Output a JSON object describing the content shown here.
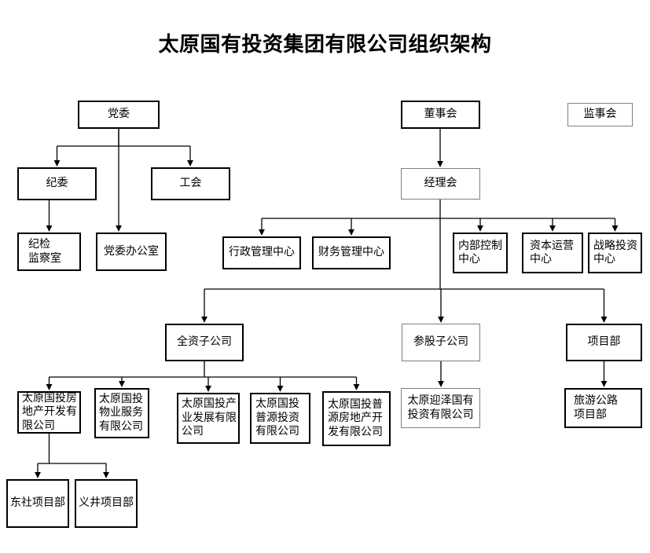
{
  "title": "太原国有投资集团有限公司组织架构",
  "accent_colors": {
    "box_border_strong": "#000000",
    "box_border_light": "#7f7f7f",
    "line": "#000000"
  },
  "nodes": {
    "party_committee": {
      "label": "党委"
    },
    "board_of_directors": {
      "label": "董事会"
    },
    "supervisory_board": {
      "label": "监事会"
    },
    "discipline_committee": {
      "label": "纪委"
    },
    "labor_union": {
      "label": "工会"
    },
    "managers_meeting": {
      "label": "经理会"
    },
    "discipline_inspection_office": {
      "label": "纪检\n监察室"
    },
    "party_committee_office": {
      "label": "党委办公室"
    },
    "admin_management_center": {
      "label": "行政管理中心"
    },
    "finance_management_center": {
      "label": "财务管理中心"
    },
    "internal_control_center": {
      "label": "内部控制\n中心"
    },
    "capital_operation_center": {
      "label": "资本运营\n中心"
    },
    "strategic_investment_center": {
      "label": "战略投资\n中心"
    },
    "wholly_owned_subsidiaries": {
      "label": "全资子公司"
    },
    "equity_participation_subsidiaries": {
      "label": "参股子公司"
    },
    "project_department": {
      "label": "项目部"
    },
    "real_estate_development_co": {
      "label": "太原国投房\n地产开发有\n限公司"
    },
    "property_service_co": {
      "label": "太原国投\n物业服务\n有限公司"
    },
    "industry_development_co": {
      "label": "太原国投产\n业发展有限\n公司"
    },
    "puyuan_investment_co": {
      "label": "太原国投\n普源投资\n有限公司"
    },
    "puyuan_real_estate_co": {
      "label": "太原国投普\n源房地产开\n发有限公司"
    },
    "yingze_investment_co": {
      "label": "太原迎泽国有\n投资有限公司"
    },
    "tourism_road_project_dept": {
      "label": "旅游公路\n项目部"
    },
    "dongshe_project_dept": {
      "label": "东社项目部"
    },
    "yijing_project_dept": {
      "label": "义井项目部"
    }
  }
}
